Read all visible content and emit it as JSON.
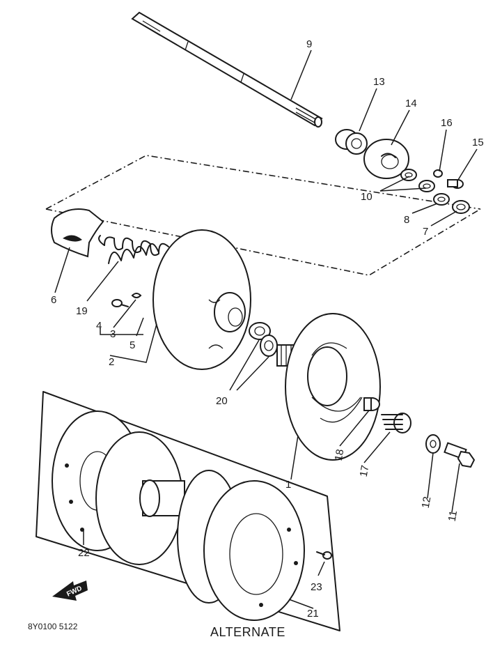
{
  "callouts": {
    "c1": "1",
    "c2": "2",
    "c3": "3",
    "c4": "4",
    "c5": "5",
    "c6": "6",
    "c7": "7",
    "c8": "8",
    "c9": "9",
    "c10": "10",
    "c11": "11",
    "c12": "12",
    "c13": "13",
    "c14": "14",
    "c15": "15",
    "c16": "16",
    "c17": "17",
    "c18": "18",
    "c19": "19",
    "c20": "20",
    "c21": "21",
    "c22": "22",
    "c23": "23"
  },
  "fwd_label": "FWD",
  "code": "8Y0100 5122",
  "alternate_label": "ALTERNATE"
}
